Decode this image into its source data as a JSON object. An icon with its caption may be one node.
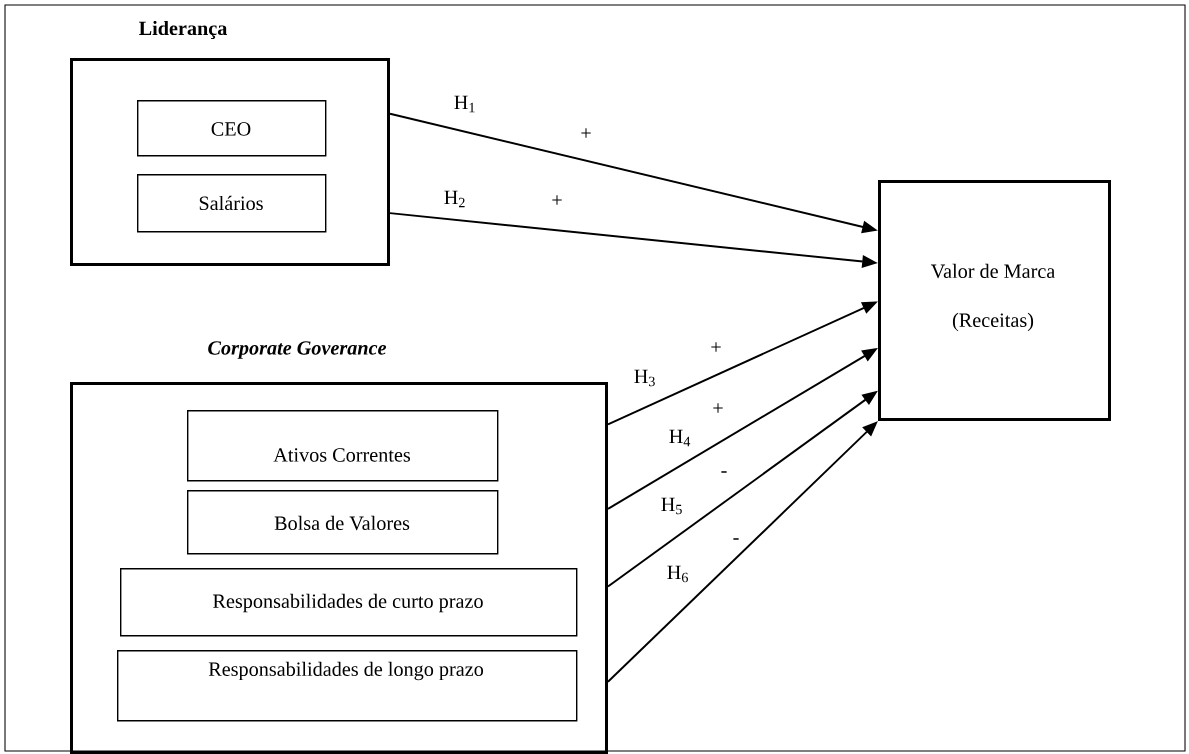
{
  "diagram": {
    "nodes": [
      {
        "text": [
          "Liderança"
        ]
      },
      {
        "text": [
          "CEO"
        ],
        "in": 0
      },
      {
        "text": [
          "Salários"
        ],
        "in": 0
      },
      {
        "text": [
          "Corporate Goverance"
        ]
      },
      {
        "text": [
          "Ativos Correntes"
        ],
        "in": 3
      },
      {
        "text": [
          "Bolsa de Valores"
        ],
        "in": 3
      },
      {
        "text": [
          "Responsabilidades de curto prazo"
        ],
        "in": 3
      },
      {
        "text": [
          "Responsabilidades de longo prazo"
        ],
        "in": 3
      },
      {
        "text": [
          "Valor de Marca",
          "(Receitas)"
        ]
      }
    ],
    "edges": [
      {
        "from": 0,
        "to": 8,
        "arrow": "to",
        "label": "H$_{1}$"
      },
      {
        "from": 0,
        "to": 8,
        "arrow": "to",
        "label": "H$_{2}$"
      },
      {
        "from": 3,
        "to": 8,
        "arrow": "to",
        "label": "H$_{3}$"
      },
      {
        "from": 3,
        "to": 8,
        "arrow": "to",
        "label": "H$_{4}$"
      },
      {
        "from": 3,
        "to": 8,
        "arrow": "to",
        "label": "H$_{5}$"
      },
      {
        "from": 3,
        "to": 8,
        "arrow": "to",
        "label": "H$_{6}$"
      }
    ],
    "labels": [
      "+",
      "+",
      "+",
      "+",
      "-",
      "-"
    ]
  }
}
